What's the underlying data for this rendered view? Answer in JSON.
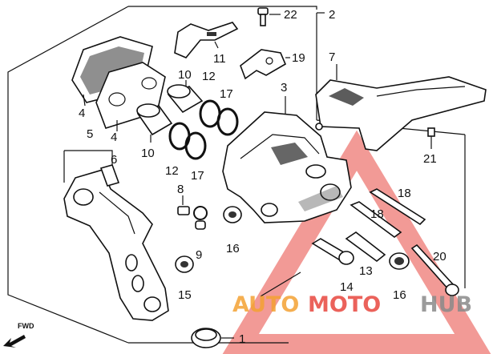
{
  "diagram": {
    "labels": {
      "l1": "1",
      "l2": "2",
      "l3": "3",
      "l4a": "4",
      "l4b": "4",
      "l5": "5",
      "l6": "6",
      "l7": "7",
      "l8": "8",
      "l9": "9",
      "l10a": "10",
      "l10b": "10",
      "l11": "11",
      "l12a": "12",
      "l12b": "12",
      "l13": "13",
      "l14": "14",
      "l15": "15",
      "l16a": "16",
      "l16b": "16",
      "l17a": "17",
      "l17b": "17",
      "l18a": "18",
      "l18b": "18",
      "l19": "19",
      "l20": "20",
      "l21": "21",
      "l22": "22"
    },
    "fwd_label": "FWD",
    "watermark": {
      "part1": "AUTO",
      "part2": "MOTO",
      "part3": "HUB"
    },
    "colors": {
      "line": "#111111",
      "watermark_red": "#e8473f",
      "watermark_orange": "#f4a233",
      "watermark_gray": "#8a8a8a"
    }
  }
}
